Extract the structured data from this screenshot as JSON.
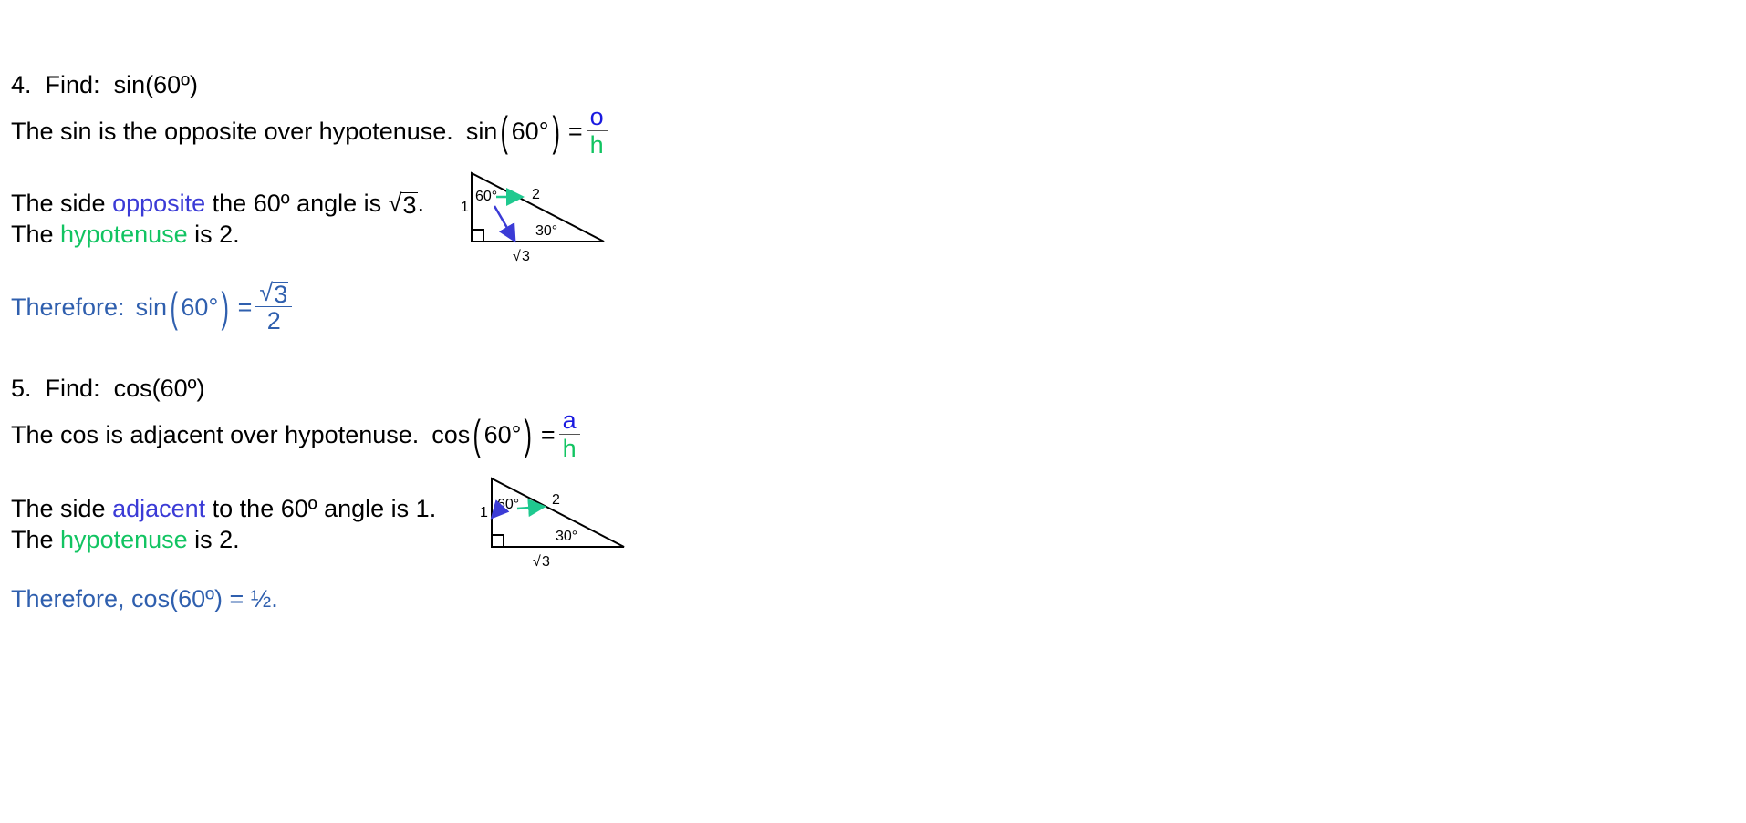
{
  "problem4": {
    "number": "4.",
    "find_label": "Find:",
    "find_expr": "sin(60º)",
    "line1": "The sin is the opposite over hypotenuse.",
    "func": "sin",
    "angle": "60°",
    "equals": "=",
    "num": "o",
    "den": "h",
    "side_pre": "The side ",
    "side_word": "opposite",
    "side_mid": " the 60º angle is ",
    "side_val": "3",
    "side_end": ".",
    "hyp_pre": "The ",
    "hyp_word": "hypotenuse",
    "hyp_end": " is 2.",
    "therefore_label": "Therefore:",
    "result_num": "3",
    "result_den": "2"
  },
  "triangle4": {
    "angle_top": "60°",
    "angle_bottom": "30°",
    "side_left": "1",
    "side_hyp": "2",
    "side_bottom": "3"
  },
  "problem5": {
    "number": "5.",
    "find_label": "Find:",
    "find_expr": "cos(60º)",
    "line1": "The cos is adjacent over hypotenuse.",
    "func": "cos",
    "angle": "60°",
    "equals": "=",
    "num": "a",
    "den": "h",
    "side_pre": "The side ",
    "side_word": "adjacent",
    "side_end": " to the 60º angle is 1.",
    "hyp_pre": "The ",
    "hyp_word": "hypotenuse",
    "hyp_end": " is 2.",
    "therefore": "Therefore, cos(60º) = ½."
  },
  "triangle5": {
    "angle_top": "60°",
    "angle_bottom": "30°",
    "side_left": "1",
    "side_hyp": "2",
    "side_bottom": "3"
  },
  "colors": {
    "opposite": "#3b3bd6",
    "hypotenuse": "#12c462",
    "therefore": "#2f5fae"
  }
}
